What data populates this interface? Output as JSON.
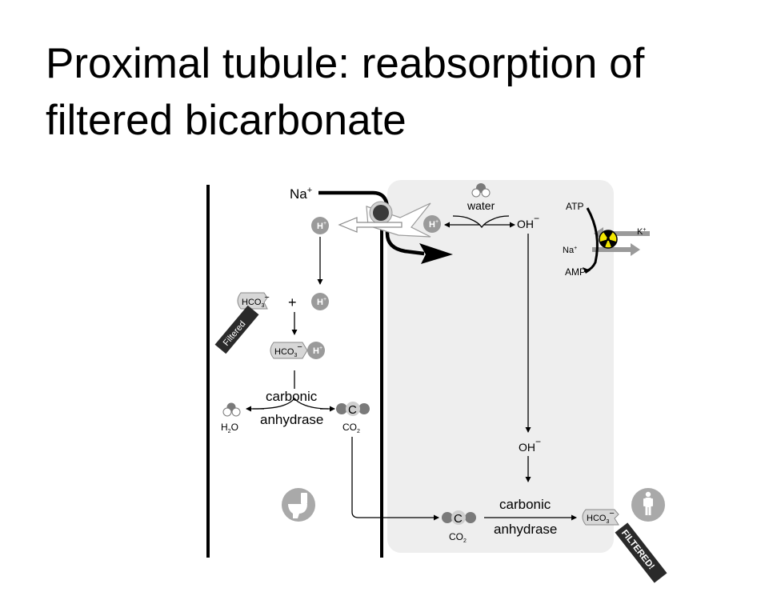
{
  "slide": {
    "title_line1": "Proximal tubule: reabsorption of",
    "title_line2": "filtered bicarbonate"
  },
  "labels": {
    "na_plus": "Na",
    "plus_sign": "+",
    "h_plus": "H",
    "water": "water",
    "oh": "OH",
    "minus": "−",
    "atp": "ATP",
    "k_plus": "K",
    "na_pump": "Na",
    "amp": "AMP",
    "hco3": "HCO",
    "sub3": "3",
    "filtered_tag": "Filtered",
    "carbonic": "carbonic",
    "anhydrase": "anhydrase",
    "h2o_h": "H",
    "h2o_2": "2",
    "h2o_o": "O",
    "co2_co": "CO",
    "co2_2": "2",
    "c_atom": "C",
    "filtered_bang": "FILTERED!"
  },
  "colors": {
    "cell_fill": "#eeeeee",
    "ion_circle": "#9a9a9a",
    "hco3_fill": "#d7d7d7",
    "oxygen_dark": "#7a7a7a",
    "tag_fill": "#2a2a2a",
    "icon_circle": "#a9a9a9",
    "radiation_yellow": "#f2e600"
  },
  "icons": {
    "toilet": "toilet-icon",
    "person": "person-icon",
    "radiation": "radiation-icon",
    "transporter": "transporter-icon"
  }
}
